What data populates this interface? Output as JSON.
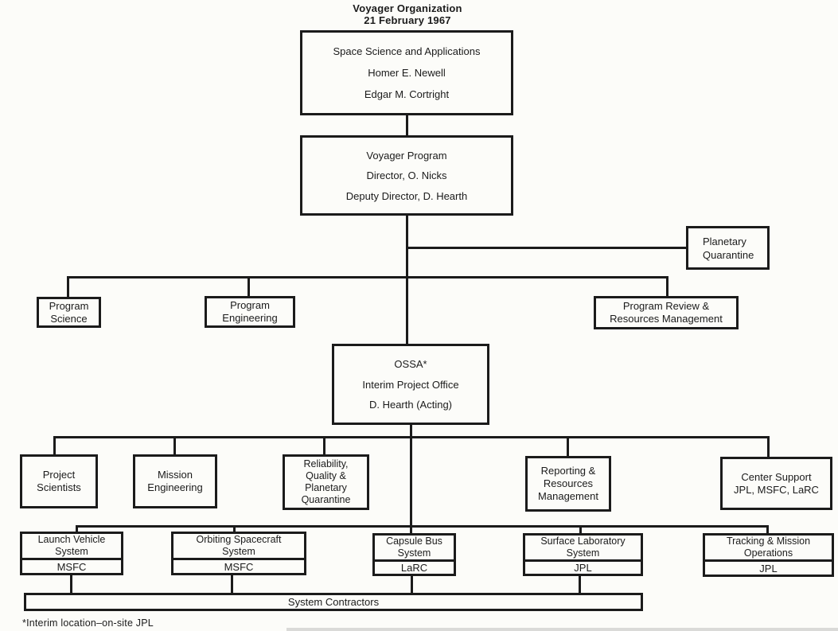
{
  "title": [
    "Voyager Organization",
    "21 February 1967"
  ],
  "chart": {
    "ssa": [
      "Space Science and Applications",
      "Homer E. Newell",
      "Edgar M. Cortright"
    ],
    "voyager_program": [
      "Voyager Program",
      "Director, O. Nicks",
      "Deputy Director, D. Hearth"
    ],
    "planetary_quarantine": [
      "Planetary",
      "Quarantine"
    ],
    "program_science": [
      "Program",
      "Science"
    ],
    "program_engineering": [
      "Program",
      "Engineering"
    ],
    "program_review": [
      "Program Review &",
      "Resources Management"
    ],
    "ossa": [
      "OSSA*",
      "Interim Project Office",
      "D. Hearth (Acting)"
    ],
    "project_scientists": [
      "Project",
      "Scientists"
    ],
    "mission_engineering": [
      "Mission",
      "Engineering"
    ],
    "reliability": [
      "Reliability,",
      "Quality &",
      "Planetary",
      "Quarantine"
    ],
    "reporting": [
      "Reporting &",
      "Resources",
      "Management"
    ],
    "center_support": [
      "Center Support",
      "JPL, MSFC, LaRC"
    ],
    "launch_vehicle": {
      "name": [
        "Launch Vehicle",
        "System"
      ],
      "org": "MSFC"
    },
    "orbiting_spacecraft": {
      "name": [
        "Orbiting Spacecraft",
        "System"
      ],
      "org": "MSFC"
    },
    "capsule_bus": {
      "name": [
        "Capsule Bus",
        "System"
      ],
      "org": "LaRC"
    },
    "surface_laboratory": {
      "name": [
        "Surface Laboratory",
        "System"
      ],
      "org": "JPL"
    },
    "tracking_mission": {
      "name": [
        "Tracking & Mission",
        "Operations"
      ],
      "org": "JPL"
    },
    "system_contractors": "System Contractors"
  },
  "footnote": "*Interim location–on-site JPL",
  "colors": {
    "ink": "#1b1b1b",
    "paper": "#fcfcf9"
  }
}
